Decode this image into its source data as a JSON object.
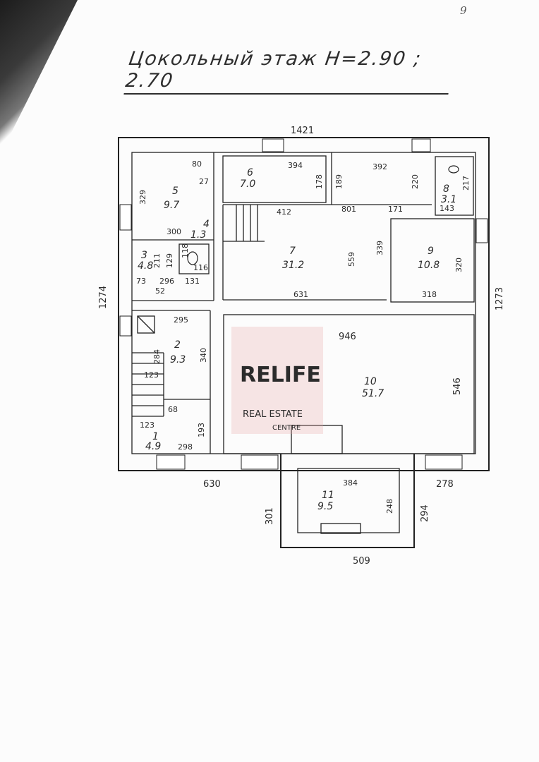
{
  "page": {
    "number": "9"
  },
  "title": "Цокольный этаж H=2.90 ; 2.70",
  "watermark": {
    "brand": "RELIFE",
    "line2": "REAL ESTATE",
    "line3": "CENTRE",
    "color": "#d23a3a"
  },
  "outer_dimensions": {
    "top": "1421",
    "left": "1274",
    "right": "1273",
    "bottom_left": "630",
    "bottom_right": "278",
    "porch_left": "301",
    "porch_right": "294",
    "porch_bottom": "509"
  },
  "rooms": [
    {
      "no": "1",
      "area": "4.9"
    },
    {
      "no": "2",
      "area": "9.3"
    },
    {
      "no": "3",
      "area": "4.8"
    },
    {
      "no": "4",
      "area": "1.3"
    },
    {
      "no": "5",
      "area": "9.7"
    },
    {
      "no": "6",
      "area": "7.0"
    },
    {
      "no": "7",
      "area": "31.2"
    },
    {
      "no": "8",
      "area": "3.1"
    },
    {
      "no": "9",
      "area": "10.8"
    },
    {
      "no": "10",
      "area": "51.7"
    },
    {
      "no": "11",
      "area": "9.5"
    }
  ],
  "inner_dimensions": {
    "r5_h": "329",
    "r5_w1": "80",
    "r5_w2": "27",
    "r5_bottom": "300",
    "r6_w": "394",
    "r6_h": "178",
    "r6_bottom": "412",
    "r7_top": "392",
    "r7_left": "189",
    "r7_mid": "801",
    "r7_h": "559",
    "r7_bottom": "631",
    "r7_right": "339",
    "r7_220": "220",
    "r7_171": "171",
    "r8_w": "143",
    "r8_h": "217",
    "r9_h": "320",
    "r9_w": "318",
    "r3_h": "211",
    "r3_129": "129",
    "r3_73": "73",
    "r3_296": "296",
    "r3_52": "52",
    "r3_131": "131",
    "r4_118": "118",
    "r4_116": "116",
    "r2_top": "295",
    "r2_h1": "284",
    "r2_h2": "340",
    "stair_123a": "123",
    "stair_123b": "123",
    "stair_68": "68",
    "r1_h": "193",
    "r1_w": "298",
    "r10_w": "946",
    "r10_h": "546",
    "r11_w": "384",
    "r11_h": "248"
  }
}
